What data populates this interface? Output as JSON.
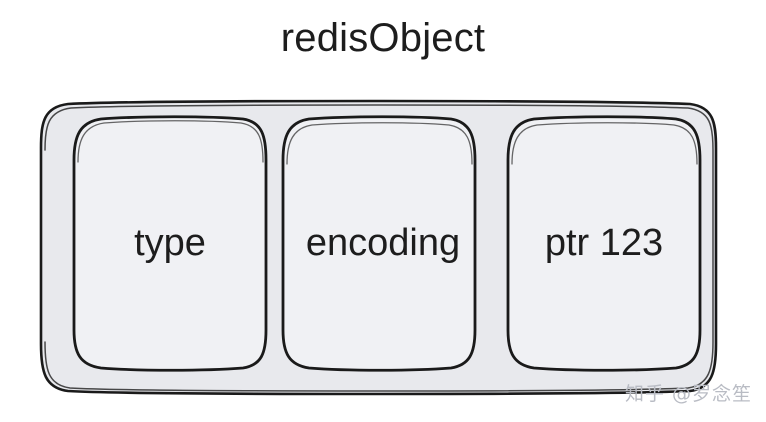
{
  "diagram": {
    "title": "redisObject",
    "type": "struct-layout-diagram",
    "style": "hand-drawn-sketch",
    "colors": {
      "background": "#ffffff",
      "box_fill": "#e8e9ed",
      "stroke": "#1a1a1a",
      "text": "#1d1d1d",
      "watermark": "#b9bcc4"
    },
    "container": {
      "name": "redisObject",
      "fields": [
        {
          "id": "type",
          "label": "type"
        },
        {
          "id": "encoding",
          "label": "encoding"
        },
        {
          "id": "ptr",
          "label": "ptr 123"
        }
      ]
    }
  },
  "watermark": {
    "text": "知乎 @罗念笙"
  }
}
